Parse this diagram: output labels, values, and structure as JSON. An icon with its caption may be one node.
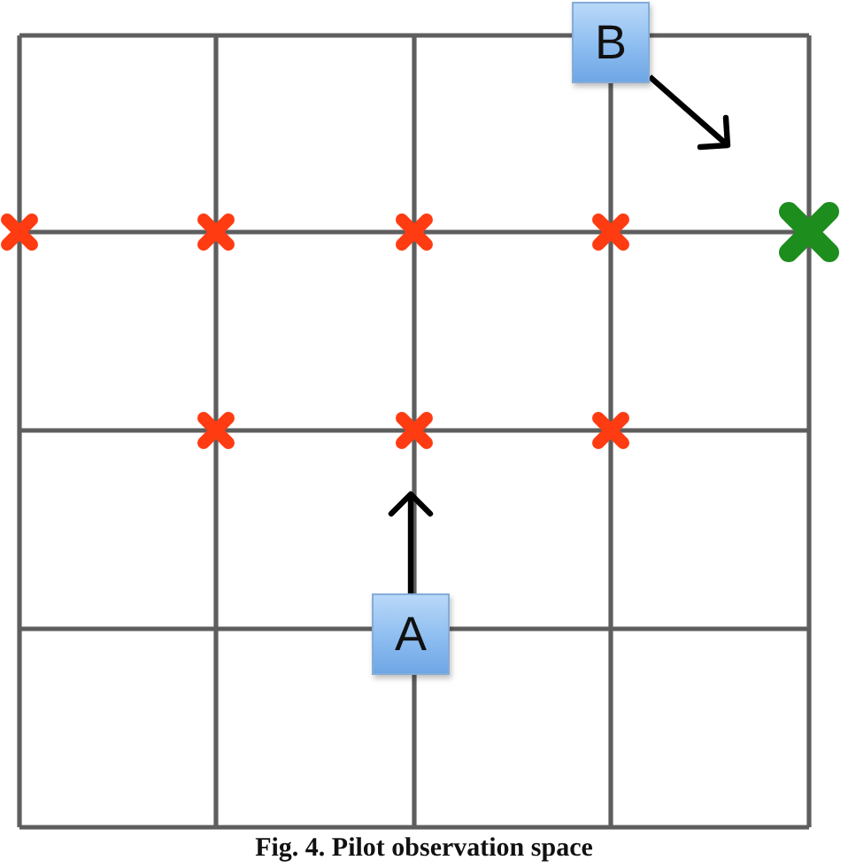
{
  "diagram": {
    "caption": "Fig. 4. Pilot observation space",
    "nodes": [
      {
        "text": [
          "B"
        ]
      },
      {
        "text": [
          "A"
        ]
      }
    ],
    "edges": [
      {
        "from": 0,
        "to": null,
        "arrow": "to"
      },
      {
        "from": 1,
        "to": null,
        "arrow": "to"
      }
    ]
  }
}
